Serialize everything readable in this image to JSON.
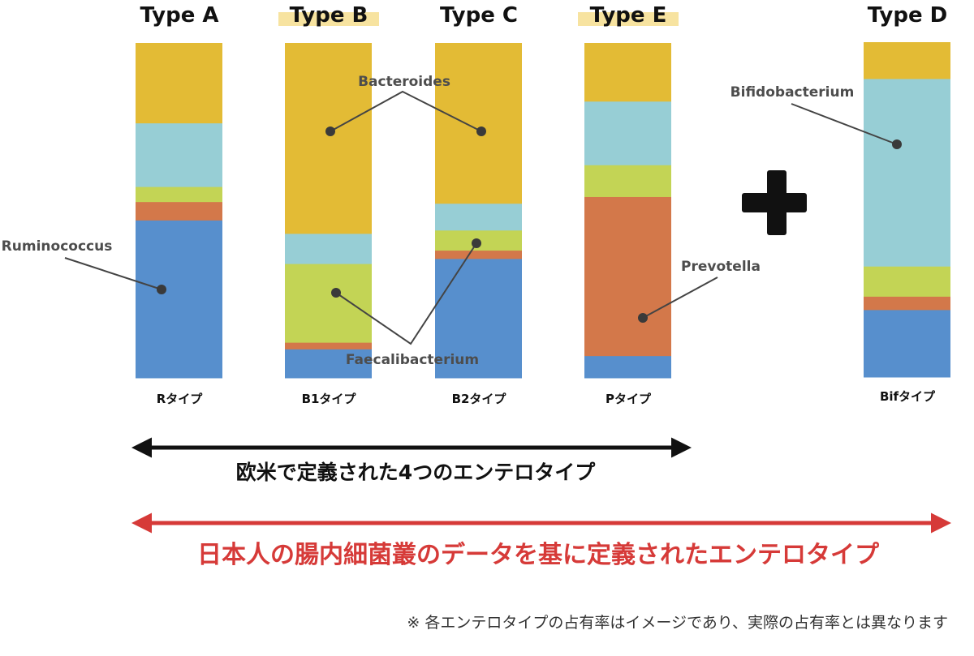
{
  "colors": {
    "Bacteroides": "#E3BB35",
    "Bifidobacterium": "#97CED5",
    "Faecalibacterium": "#C3D455",
    "Prevotella": "#D3784A",
    "Ruminococcus": "#578FCD",
    "highlight": "#F7E3A0",
    "red": "#D63A38",
    "black": "#111111"
  },
  "chart_data": {
    "type": "bar",
    "stacked": true,
    "note": "※ 各エンテロタイプの占有率はイメージであり、実際の占有率とは異なります",
    "columns": [
      {
        "type_label": "Type A",
        "highlight": false,
        "sub_label": "Rタイプ",
        "segments": [
          {
            "genus": "Bacteroides",
            "value": 24
          },
          {
            "genus": "Bifidobacterium",
            "value": 19
          },
          {
            "genus": "Faecalibacterium",
            "value": 4.5
          },
          {
            "genus": "Prevotella",
            "value": 5.5
          },
          {
            "genus": "Ruminococcus",
            "value": 47
          }
        ]
      },
      {
        "type_label": "Type B",
        "highlight": true,
        "sub_label": "B1タイプ",
        "segments": [
          {
            "genus": "Bacteroides",
            "value": 57
          },
          {
            "genus": "Bifidobacterium",
            "value": 9
          },
          {
            "genus": "Faecalibacterium",
            "value": 23.5
          },
          {
            "genus": "Prevotella",
            "value": 2
          },
          {
            "genus": "Ruminococcus",
            "value": 8.5
          }
        ]
      },
      {
        "type_label": "Type C",
        "highlight": false,
        "sub_label": "B2タイプ",
        "segments": [
          {
            "genus": "Bacteroides",
            "value": 48
          },
          {
            "genus": "Bifidobacterium",
            "value": 8
          },
          {
            "genus": "Faecalibacterium",
            "value": 6
          },
          {
            "genus": "Prevotella",
            "value": 2.5
          },
          {
            "genus": "Ruminococcus",
            "value": 35.5
          }
        ]
      },
      {
        "type_label": "Type E",
        "highlight": true,
        "sub_label": "Pタイプ",
        "segments": [
          {
            "genus": "Bacteroides",
            "value": 17.5
          },
          {
            "genus": "Bifidobacterium",
            "value": 19
          },
          {
            "genus": "Faecalibacterium",
            "value": 9.5
          },
          {
            "genus": "Prevotella",
            "value": 47.5
          },
          {
            "genus": "Ruminococcus",
            "value": 6.5
          }
        ]
      },
      {
        "type_label": "Type D",
        "highlight": false,
        "sub_label": "Bifタイプ",
        "segments": [
          {
            "genus": "Bacteroides",
            "value": 11
          },
          {
            "genus": "Bifidobacterium",
            "value": 56
          },
          {
            "genus": "Faecalibacterium",
            "value": 9
          },
          {
            "genus": "Prevotella",
            "value": 4
          },
          {
            "genus": "Ruminococcus",
            "value": 20
          }
        ]
      }
    ],
    "annotations": [
      "Bacteroides",
      "Bifidobacterium",
      "Ruminococcus",
      "Faecalibacterium",
      "Prevotella"
    ],
    "plus_symbol": "+",
    "groups": [
      {
        "label": "欧米で定義された4つのエンテロタイプ",
        "color": "#111111"
      },
      {
        "label": "日本人の腸内細菌叢のデータを基に定義されたエンテロタイプ",
        "color": "#D63A38"
      }
    ]
  }
}
